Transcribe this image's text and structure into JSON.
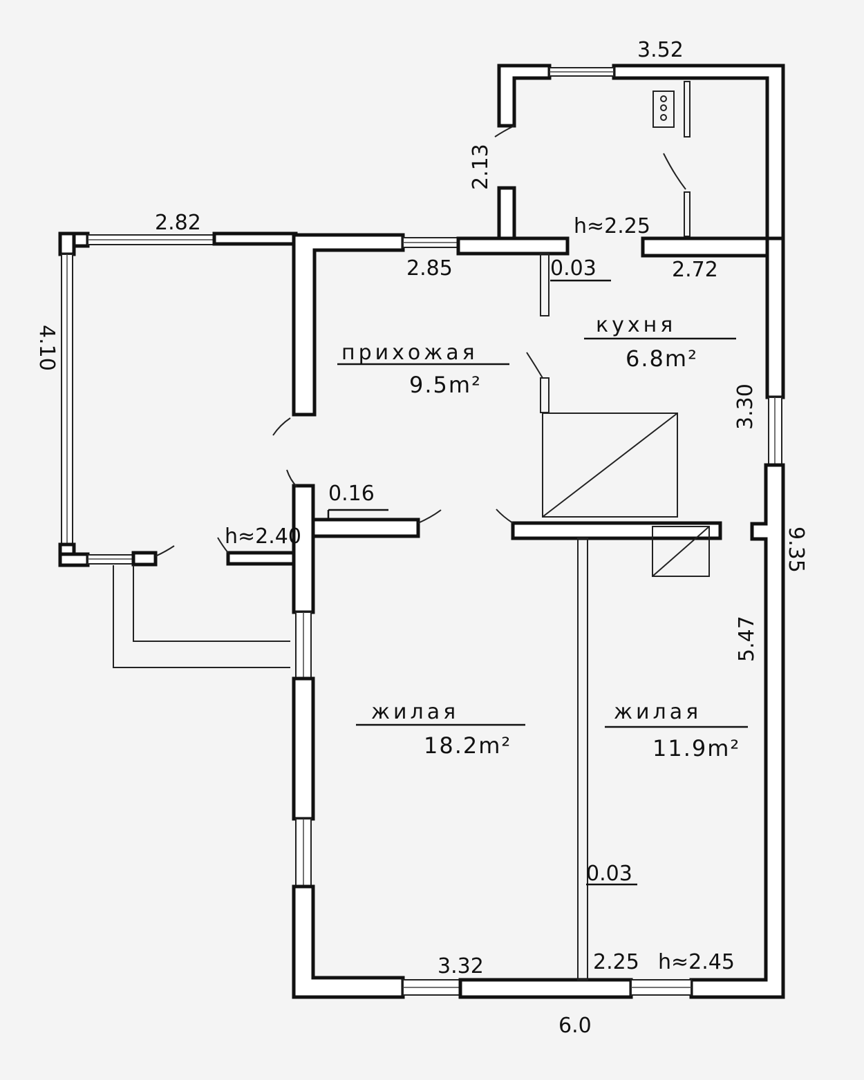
{
  "dimensions": {
    "top_outbuilding_width": "3.52",
    "outbuilding_height": "2.13",
    "outbuilding_ceiling": "h≈2.25",
    "veranda_width": "2.82",
    "hall_top_wall": "2.85",
    "partition_top": "0.03",
    "kitchen_width": "2.72",
    "veranda_height": "4.10",
    "kitchen_depth": "3.30",
    "wall_thickness": "0.16",
    "veranda_ceiling": "h≈2.40",
    "total_depth": "9.35",
    "right_room_depth": "5.47",
    "partition_bottom": "0.03",
    "living_width": "3.32",
    "bedroom_width": "2.25",
    "main_ceiling": "h≈2.45",
    "total_width": "6.0"
  },
  "rooms": {
    "hall": {
      "name": "прихожая",
      "area": "9.5m²"
    },
    "kitchen": {
      "name": "кухня",
      "area": "6.8m²"
    },
    "living_big": {
      "name": "жилая",
      "area": "18.2m²"
    },
    "living_small": {
      "name": "жилая",
      "area": "11.9m²"
    }
  }
}
